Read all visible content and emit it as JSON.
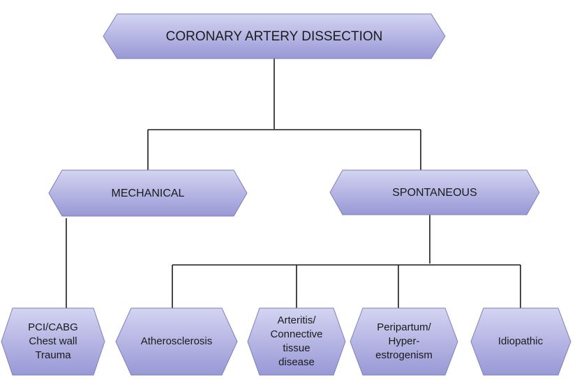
{
  "root": {
    "label": "CORONARY ARTERY DISSECTION"
  },
  "mechanical": {
    "label": "MECHANICAL"
  },
  "spontaneous": {
    "label": "SPONTANEOUS"
  },
  "leaves": {
    "pci": {
      "lines": [
        "PCI/CABG",
        "Chest wall",
        "Trauma"
      ]
    },
    "atherosclerosis": {
      "lines": [
        "Atherosclerosis"
      ]
    },
    "arteritis": {
      "lines": [
        "Arteritis/",
        "Connective",
        "tissue",
        "disease"
      ]
    },
    "peripartum": {
      "lines": [
        "Peripartum/",
        "Hyper-",
        "estrogenism"
      ]
    },
    "idiopathic": {
      "lines": [
        "Idiopathic"
      ]
    }
  },
  "colors": {
    "node_fill_top": "#d4d4f2",
    "node_fill_bottom": "#9898d6",
    "node_stroke": "#7f7fb8",
    "connector": "#1a1a1a"
  }
}
